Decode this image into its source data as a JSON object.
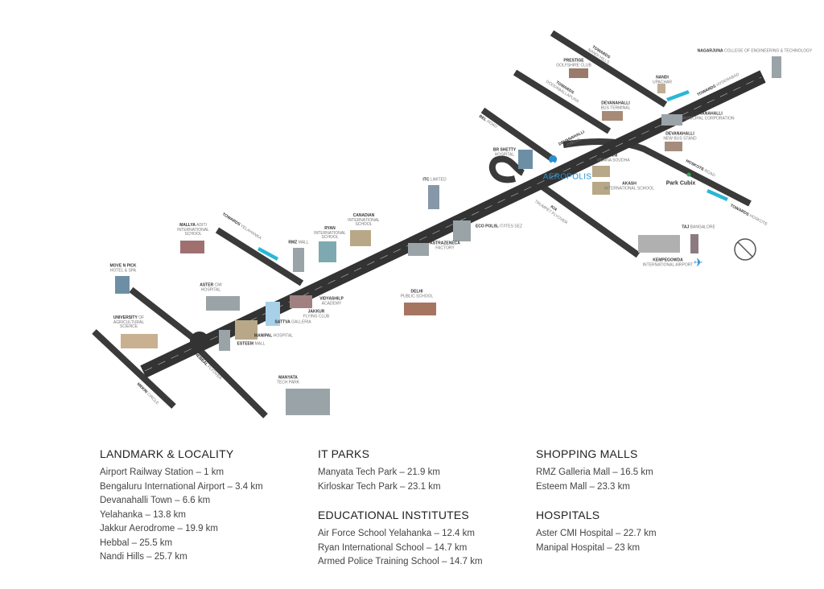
{
  "map": {
    "labels": [
      {
        "b": "TOWARDS",
        "t": "NANDI HILLS"
      },
      {
        "b": "PRESTIGE",
        "t": "GOLFSHIRE CLUB"
      },
      {
        "b": "NAGARJUNA",
        "t": "COLLEGE OF ENGINEERING & TECHNOLOGY"
      },
      {
        "b": "TOWARDS",
        "t": "DODDABALLAPURA"
      },
      {
        "b": "NANDI",
        "t": "UPACHAR"
      },
      {
        "b": "TOWARDS",
        "t": "HYDERABAD"
      },
      {
        "b": "DEVANAHALLI",
        "t": "BUS TERMINAL"
      },
      {
        "b": "DEVANAHALLI",
        "t": "MUNICIPAL CORPORATION"
      },
      {
        "b": "DEVANAHALLI",
        "t": "CIRCLE"
      },
      {
        "b": "BEL",
        "t": "ROAD"
      },
      {
        "b": "BR SHETTY",
        "t": "HOSPITAL"
      },
      {
        "b": "DEVANAHALLI",
        "t": "NEW BUS STAND"
      },
      {
        "b": "MINI",
        "t": "VIDANA SOUDHA"
      },
      {
        "b": "AKASH",
        "t": "INTERNATIONAL SCHOOL"
      },
      {
        "b": "HOSKOTE",
        "t": "ROAD"
      },
      {
        "b": "TOWARDS",
        "t": "HOSKOTE"
      },
      {
        "b": "KIA",
        "t": "TRUMPET FLYOVER"
      },
      {
        "b": "ITC",
        "t": "LIMITED"
      },
      {
        "b": "ECO POLIS,",
        "t": "IT/ITES SEZ"
      },
      {
        "b": "CANADIAN",
        "t": "INTERNATIONAL SCHOOL"
      },
      {
        "b": "RYAN",
        "t": "INTERNATIONAL SCHOOL"
      },
      {
        "b": "RMZ",
        "t": "MALL"
      },
      {
        "b": "TOWARDS",
        "t": "YELAHANKA"
      },
      {
        "b": "MALLYA",
        "t": "ADITI INTERNATIONAL SCHOOL"
      },
      {
        "b": "ASTRAZENECA",
        "t": "FACTORY"
      },
      {
        "b": "MOVE N PICK",
        "t": "HOTEL & SPA"
      },
      {
        "b": "ASTER",
        "t": "CMI HOSPITAL"
      },
      {
        "b": "DELHI",
        "t": "PUBLIC SCHOOL"
      },
      {
        "b": "VIDYASHILP",
        "t": "ACADEMY"
      },
      {
        "b": "JAKKUR",
        "t": "FLYING CLUB"
      },
      {
        "b": "SATTVA",
        "t": "GALLERIA"
      },
      {
        "b": "UNIVERSITY",
        "t": "OF AGRICULTURAL SCIENCE"
      },
      {
        "b": "MANIPAL",
        "t": "HOSPITAL"
      },
      {
        "b": "ESTEEM",
        "t": "MALL"
      },
      {
        "b": "HEBBAL",
        "t": "FLYOVER"
      },
      {
        "b": "MEKRI",
        "t": "CIRCLE"
      },
      {
        "b": "MANYATA",
        "t": "TECH PARK"
      },
      {
        "b": "TAJ",
        "t": "BANGALORE"
      },
      {
        "b": "KEMPEGOWDA",
        "t": "INTERNATIONAL AIRPORT"
      }
    ],
    "project": "AEROPOLIS",
    "park": "Park Cubix",
    "colors": {
      "road": "#333333",
      "accent": "#2ab7d6",
      "pin": "#2a8fd0"
    }
  },
  "legend": [
    {
      "title": "LANDMARK & LOCALITY",
      "items": [
        "Airport Railway Station – 1 km",
        "Bengaluru International Airport – 3.4 km",
        "Devanahalli Town – 6.6 km",
        "Yelahanka – 13.8 km",
        "Jakkur Aerodrome – 19.9 km",
        "Hebbal – 25.5 km",
        "Nandi Hills – 25.7 km"
      ]
    },
    {
      "title": "IT PARKS",
      "items": [
        "Manyata Tech Park – 21.9 km",
        "Kirloskar Tech Park – 23.1 km"
      ]
    },
    {
      "title": "EDUCATIONAL INSTITUTES",
      "items": [
        "Air Force School Yelahanka – 12.4 km",
        "Ryan International School – 14.7 km",
        "Armed Police Training School – 14.7 km"
      ]
    },
    {
      "title": "SHOPPING MALLS",
      "items": [
        "RMZ Galleria Mall – 16.5 km",
        "Esteem Mall – 23.3 km"
      ]
    },
    {
      "title": "HOSPITALS",
      "items": [
        "Aster CMI Hospital – 22.7 km",
        "Manipal Hospital – 23 km"
      ]
    }
  ]
}
